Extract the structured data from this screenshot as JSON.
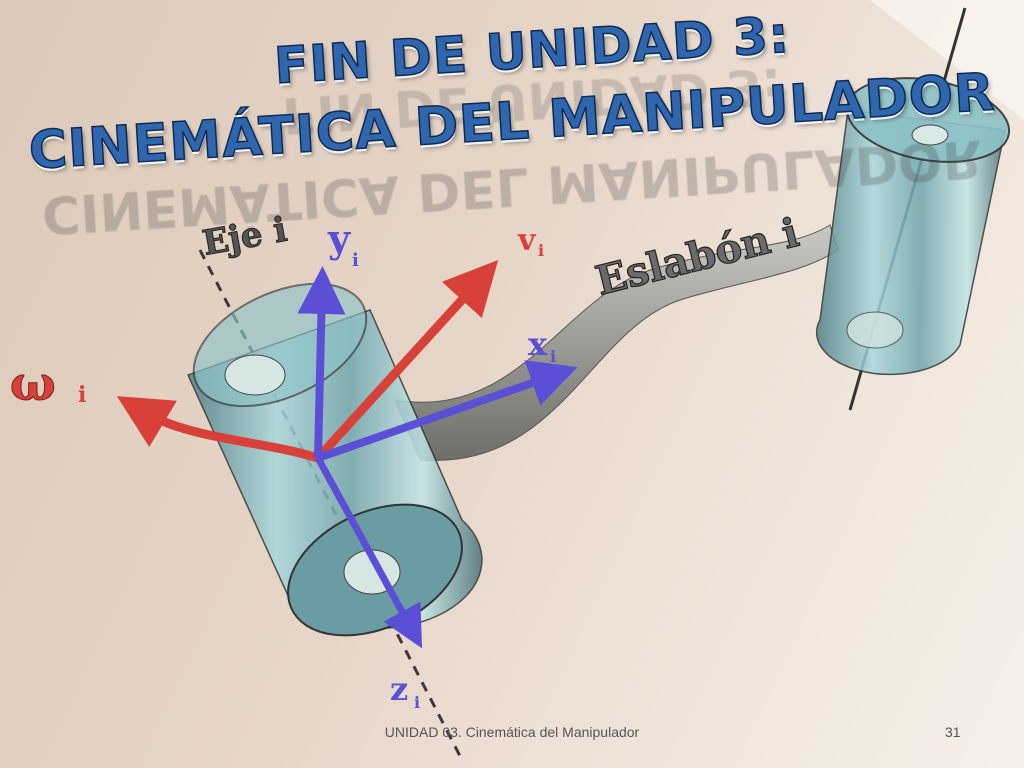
{
  "slide": {
    "title_line1": "FIN DE UNIDAD 3:",
    "title_line2": "CINEMÁTICA DEL MANIPULADOR",
    "footer_text": "UNIDAD 03. Cinemática del Manipulador",
    "page_number": "31"
  },
  "figure": {
    "axis_label": "Eje i",
    "link_label": "Eslabón i",
    "omega_label": "ω",
    "omega_sub": "i",
    "x_label": "x",
    "x_sub": "i",
    "y_label": "y",
    "y_sub": "i",
    "z_label": "z",
    "z_sub": "i",
    "v_label": "v",
    "v_sub": "i"
  },
  "colors": {
    "title_fill": "#2f66ae",
    "title_outline": "#0d2a52",
    "arrow_red": "#d8413a",
    "arrow_blue": "#5b4fd6",
    "cylinder": "#7fb6bd",
    "link": "#9a9a95"
  }
}
